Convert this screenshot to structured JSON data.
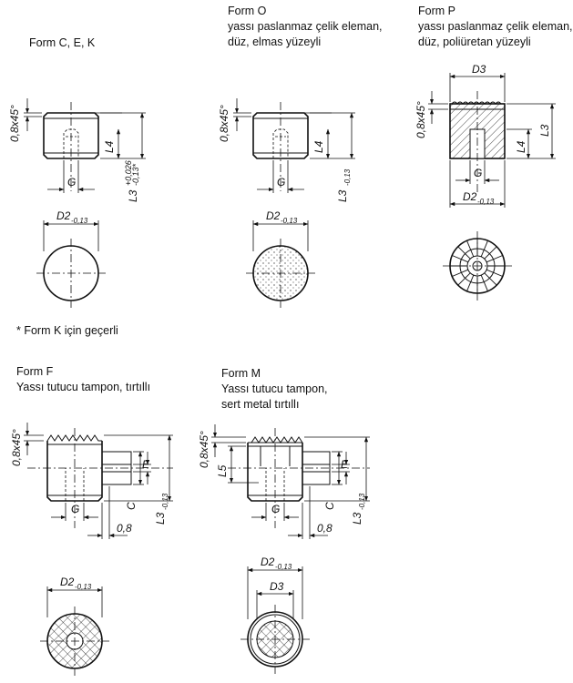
{
  "captions": {
    "cek": {
      "title": "Form  C, E, K"
    },
    "o": {
      "title": "Form O",
      "desc1": "yassı paslanmaz çelik eleman,",
      "desc2": "düz, elmas yüzeyli"
    },
    "p": {
      "title": "Form P",
      "desc1": "yassı paslanmaz çelik eleman,",
      "desc2": "düz, poliüretan yüzeyli"
    },
    "f": {
      "title": "Form F",
      "desc1": "Yassı tutucu tampon, tırtıllı"
    },
    "m": {
      "title": "Form M",
      "desc1": "Yassı tutucu tampon,",
      "desc2": "sert metal tırtıllı"
    }
  },
  "footnote": "* Form K için geçerli",
  "labels": {
    "chamfer": "0,8x45°",
    "G": "G",
    "L4": "L4",
    "L5": "L5",
    "L3_base": "L3",
    "L3_tol_013": "-0,13",
    "L3_tol_up": "+0,026",
    "L3_tol_down": "-0,13*",
    "D2_base": "D2",
    "D2_tol": "-0,13",
    "D3": "D3",
    "C": "C",
    "E": "E",
    "dim_08": "0,8"
  }
}
